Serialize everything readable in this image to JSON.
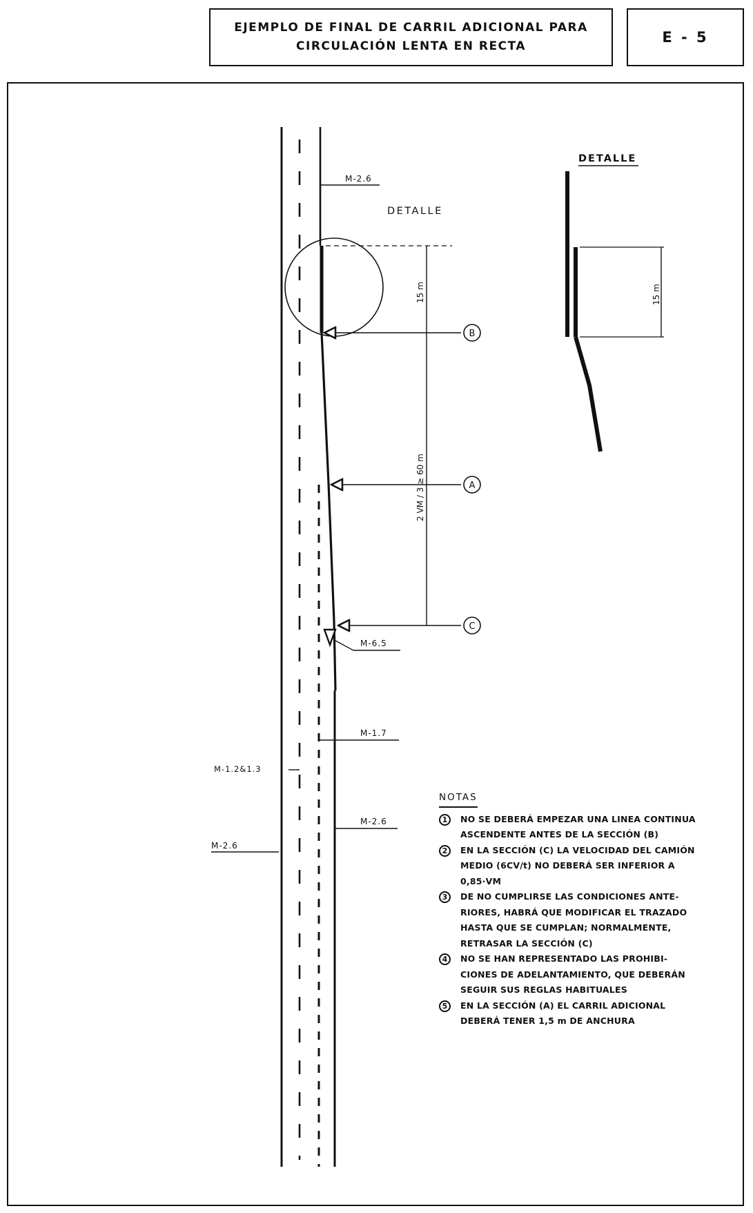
{
  "title": {
    "line1": "EJEMPLO DE FINAL DE CARRIL ADICIONAL PARA",
    "line2": "CIRCULACIÓN LENTA EN RECTA"
  },
  "code": "E - 5",
  "main_drawing": {
    "detail_label": "DETALLE",
    "marks": {
      "m26_top": "M-2.6",
      "m65": "M-6.5",
      "m17": "M-1.7",
      "m1283": "M-1.2&1.3",
      "m26_lower": "M-2.6",
      "m26_left": "M-2.6"
    },
    "dimensions": {
      "d15": "15 m",
      "d_formula": "2 VM / 3 ≥ 60 m"
    },
    "sections": [
      "B",
      "A",
      "C"
    ]
  },
  "detail_drawing": {
    "title": "DETALLE",
    "dimension": "15 m"
  },
  "notes": {
    "title": "NOTAS",
    "items": [
      {
        "num": "1",
        "lines": [
          "NO SE DEBERÁ EMPEZAR UNA LINEA CONTINUA",
          "ASCENDENTE ANTES DE LA SECCIÓN (B)"
        ]
      },
      {
        "num": "2",
        "lines": [
          "EN LA SECCIÓN (C) LA VELOCIDAD DEL CAMIÓN",
          "MEDIO (6CV/t) NO DEBERÁ SER INFERIOR A",
          "0,85·VM"
        ]
      },
      {
        "num": "3",
        "lines": [
          "DE NO CUMPLIRSE LAS CONDICIONES ANTE-",
          "RIORES, HABRÁ QUE MODIFICAR EL TRAZADO",
          "HASTA QUE SE CUMPLAN; NORMALMENTE,",
          "RETRASAR LA SECCIÓN (C)"
        ]
      },
      {
        "num": "4",
        "lines": [
          "NO SE HAN REPRESENTADO LAS PROHIBI-",
          "CIONES DE ADELANTAMIENTO, QUE DEBERÁN",
          "SEGUIR SUS REGLAS HABITUALES"
        ]
      },
      {
        "num": "5",
        "lines": [
          "EN LA SECCIÓN (A) EL CARRIL ADICIONAL",
          "DEBERÁ TENER 1,5 m DE ANCHURA"
        ]
      }
    ]
  }
}
